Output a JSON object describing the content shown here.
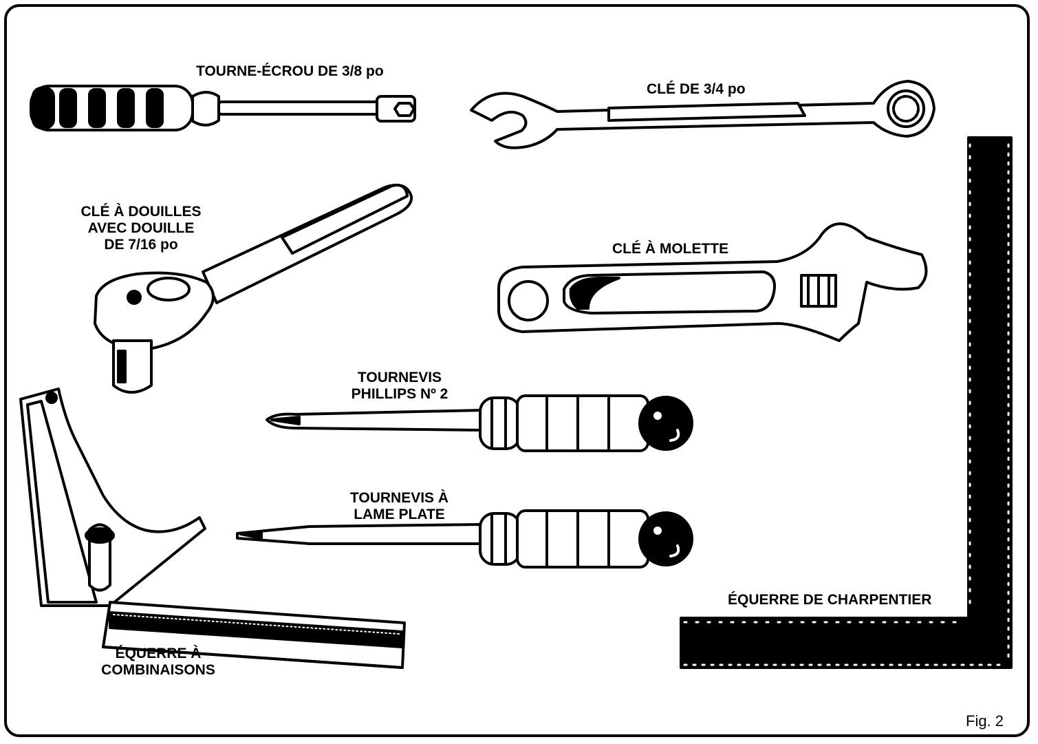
{
  "labels": {
    "nut_driver": "TOURNE-ÉCROU DE 3/8 po",
    "wrench": "CLÉ DE 3/4  po",
    "ratchet": [
      "CLÉ À DOUILLES",
      "AVEC DOUILLE",
      "DE 7/16 po"
    ],
    "adjustable": "CLÉ À MOLETTE",
    "phillips": [
      "TOURNEVIS",
      "PHILLIPS Nº 2"
    ],
    "flat": [
      "TOURNEVIS  À",
      "LAME PLATE"
    ],
    "combination_square": [
      "ÉQUERRE À",
      "COMBINAISONS"
    ],
    "framing_square": "ÉQUERRE DE CHARPENTIER"
  },
  "figure": "Fig. 2",
  "colors": {
    "ink": "#000000",
    "paper": "#ffffff"
  }
}
